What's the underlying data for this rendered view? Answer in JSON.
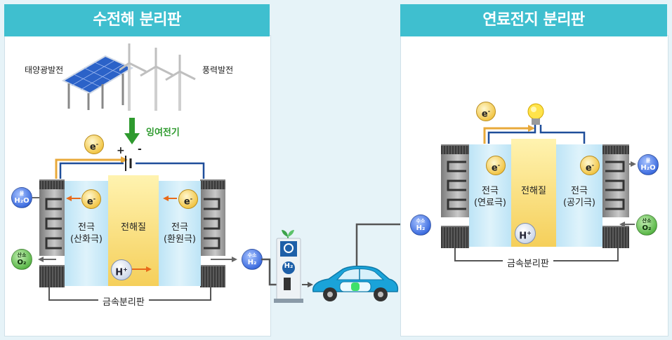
{
  "left_panel": {
    "title": "수전해 분리판",
    "solar_label": "태양광발전",
    "wind_label": "풍력발전",
    "surplus_label": "잉여전기",
    "plus": "+",
    "minus": "-",
    "electron": "e",
    "electron_sup": "-",
    "anode_line1": "전극",
    "anode_line2": "(산화극)",
    "electrolyte": "전해질",
    "cathode_line1": "전극",
    "cathode_line2": "(환원극)",
    "proton": "H",
    "proton_sup": "+",
    "water_small": "물",
    "water_formula": "H₂O",
    "oxygen_small": "산소",
    "oxygen_formula": "O₂",
    "hydrogen_small": "수소",
    "hydrogen_formula": "H₂",
    "separator_label": "금속분리판"
  },
  "middle": {
    "station_h2": "H₂"
  },
  "right_panel": {
    "title": "연료전지 분리판",
    "electron": "e",
    "electron_sup": "-",
    "anode_line1": "전극",
    "anode_line2": "(연료극)",
    "electrolyte": "전해질",
    "cathode_line1": "전극",
    "cathode_line2": "(공기극)",
    "proton": "H",
    "proton_sup": "+",
    "hydrogen_small": "수소",
    "hydrogen_formula": "H₂",
    "water_small": "물",
    "water_formula": "H₂O",
    "oxygen_small": "산소",
    "oxygen_formula": "O₂",
    "separator_label": "금속분리판"
  },
  "colors": {
    "title_bg": "#3fbfcf",
    "wire": "#1f4e9a",
    "electron_path": "#e8a93a",
    "arrow_orange": "#e86a1a",
    "surplus_green": "#2e9a2e"
  }
}
